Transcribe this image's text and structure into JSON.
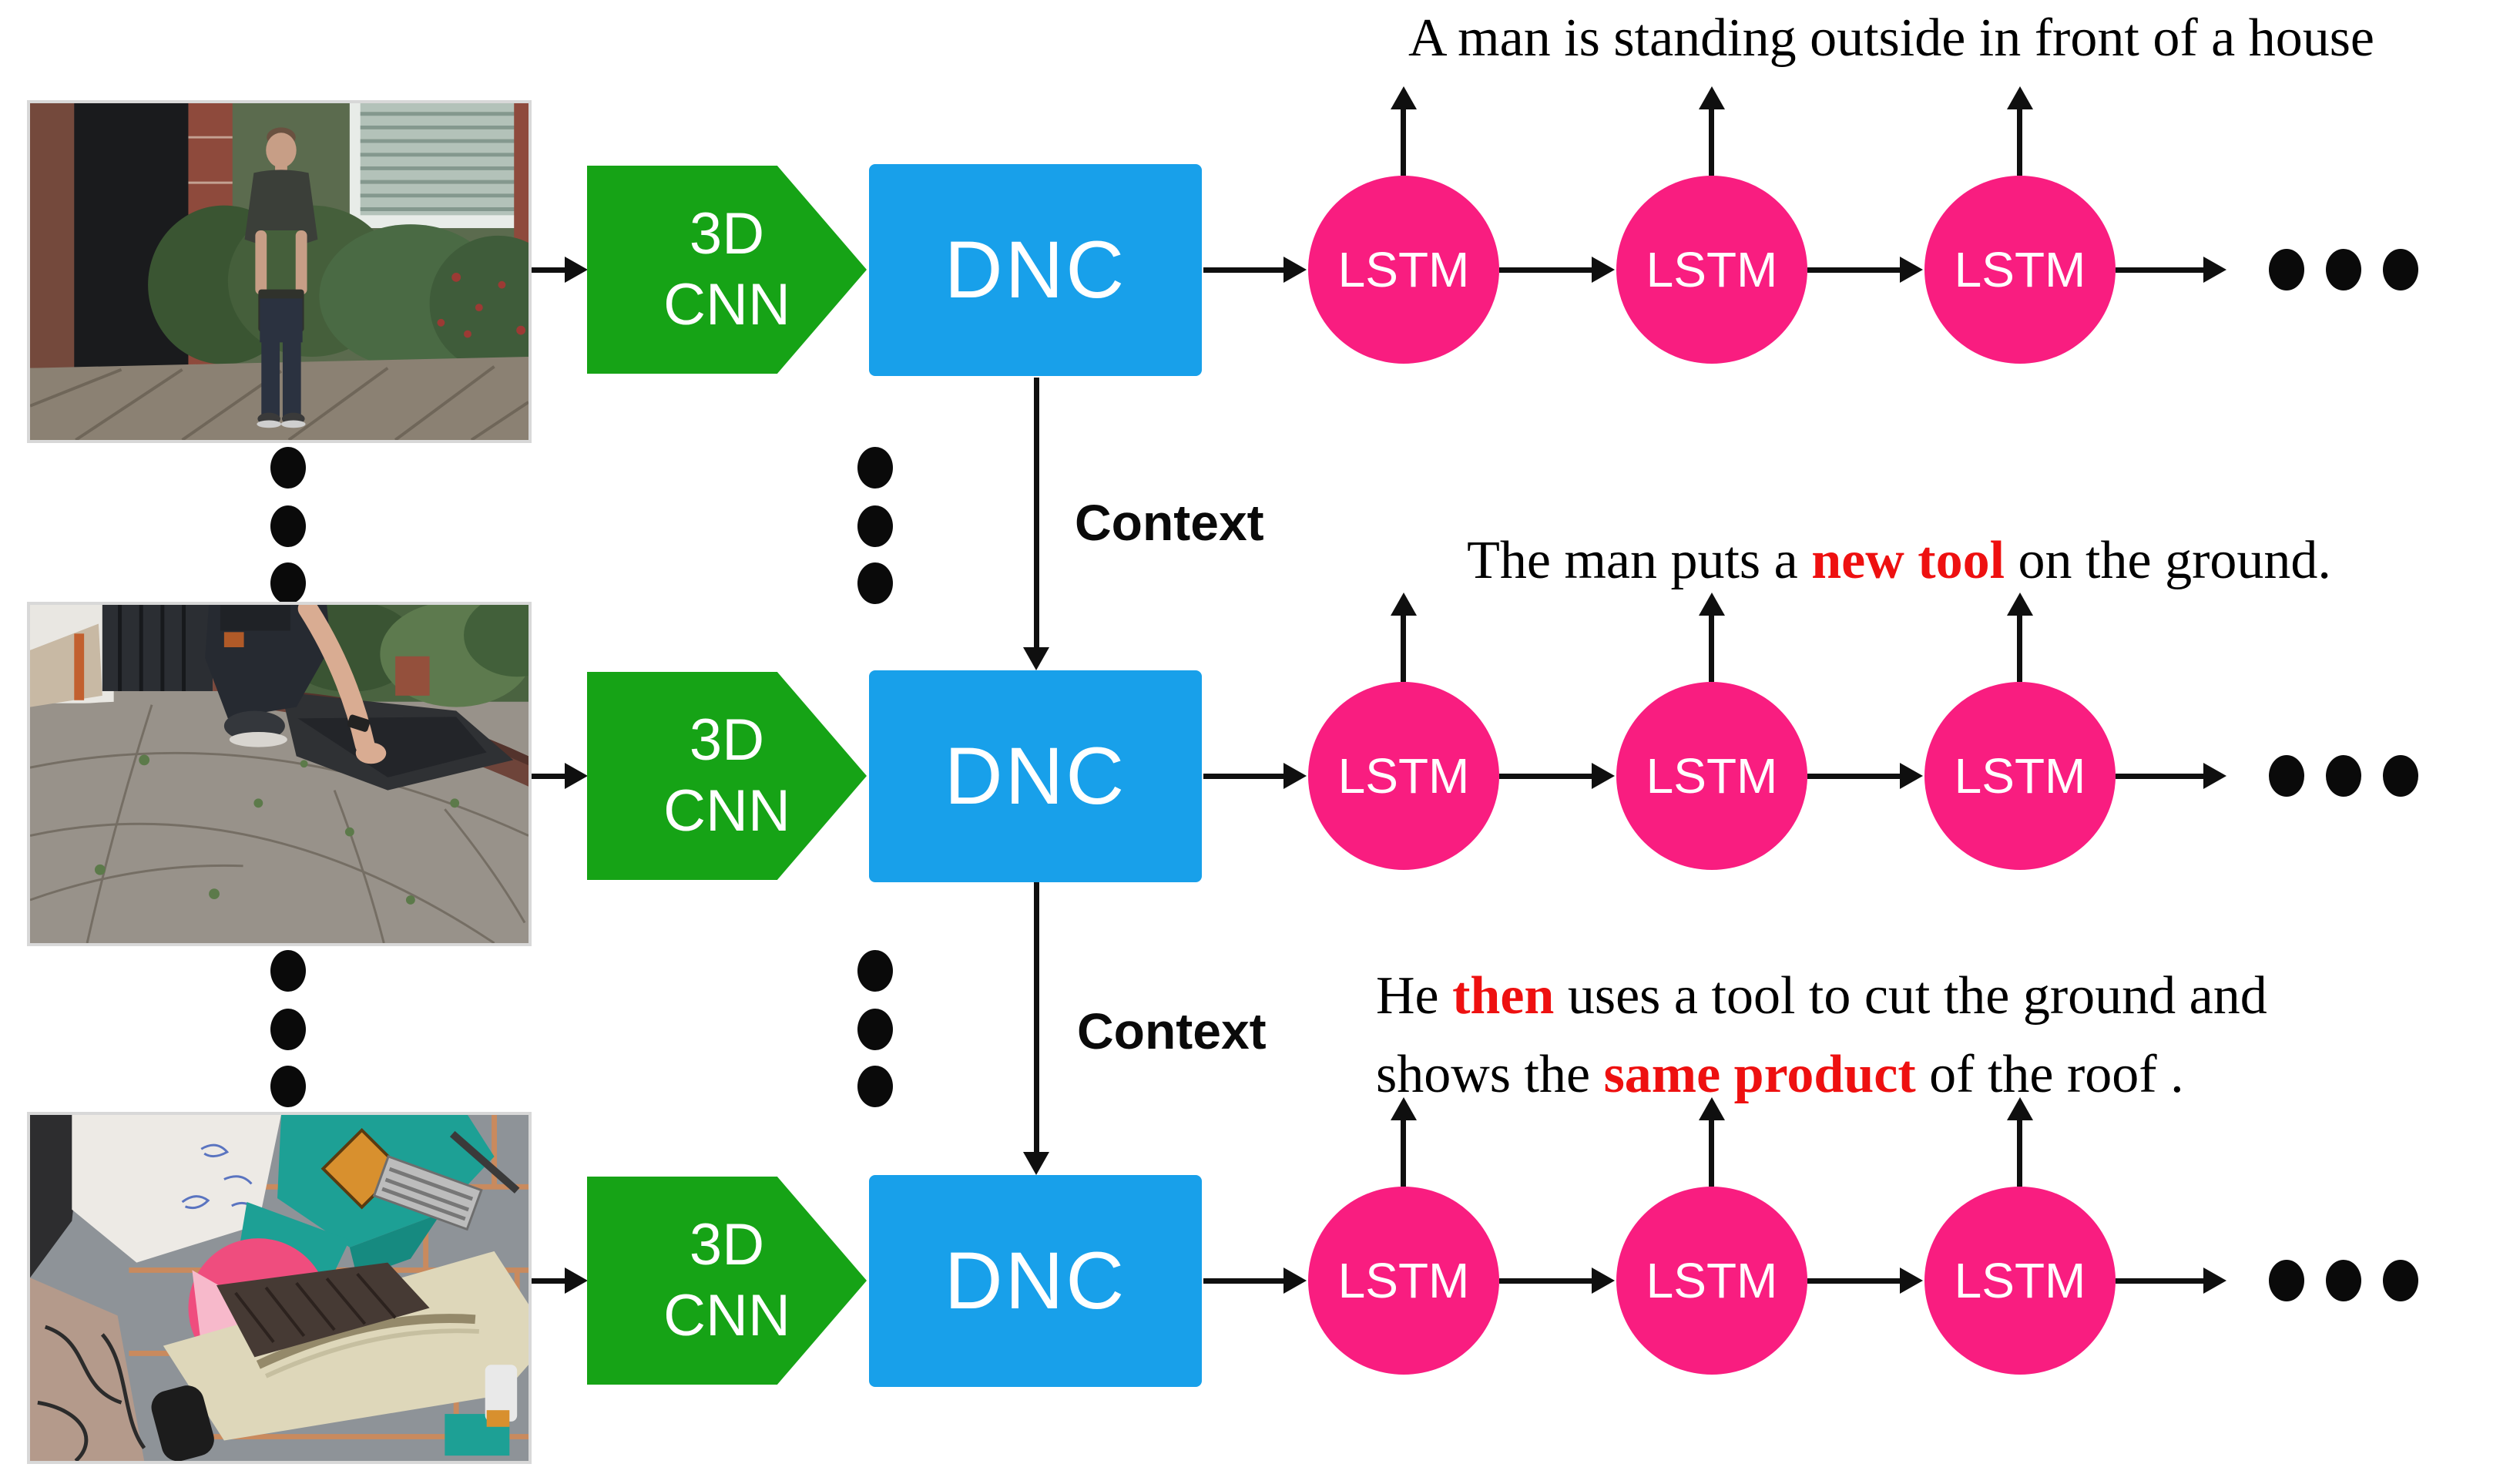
{
  "figure": {
    "captions": {
      "row1": "A man is standing outside in front of a house",
      "row2_pre": "The man puts a ",
      "row2_highlight": "new tool",
      "row2_post": " on the ground.",
      "row3_line1_pre": "He ",
      "row3_line1_highlight": "then",
      "row3_line1_post": " uses a tool to cut the ground and",
      "row3_line2_pre": "shows the ",
      "row3_line2_highlight": "same product",
      "row3_line2_post": " of the roof ."
    },
    "nodes": {
      "cnn_line1": "3D",
      "cnn_line2": "CNN",
      "dnc": "DNC",
      "lstm": "LSTM",
      "context": "Context"
    },
    "frames": {
      "frame1": "Video frame: a man standing outside in front of a brick house",
      "frame2": "Video frame: a man crouching while putting a tool on the ground",
      "frame3": "Video frame: close-up of a mitre saw cutting material"
    },
    "colors": {
      "cnn_green": "#16a316",
      "dnc_blue": "#18a0ea",
      "lstm_pink": "#f91d80",
      "highlight_red": "#ee1010",
      "arrow_black": "#0f0f0f"
    }
  }
}
